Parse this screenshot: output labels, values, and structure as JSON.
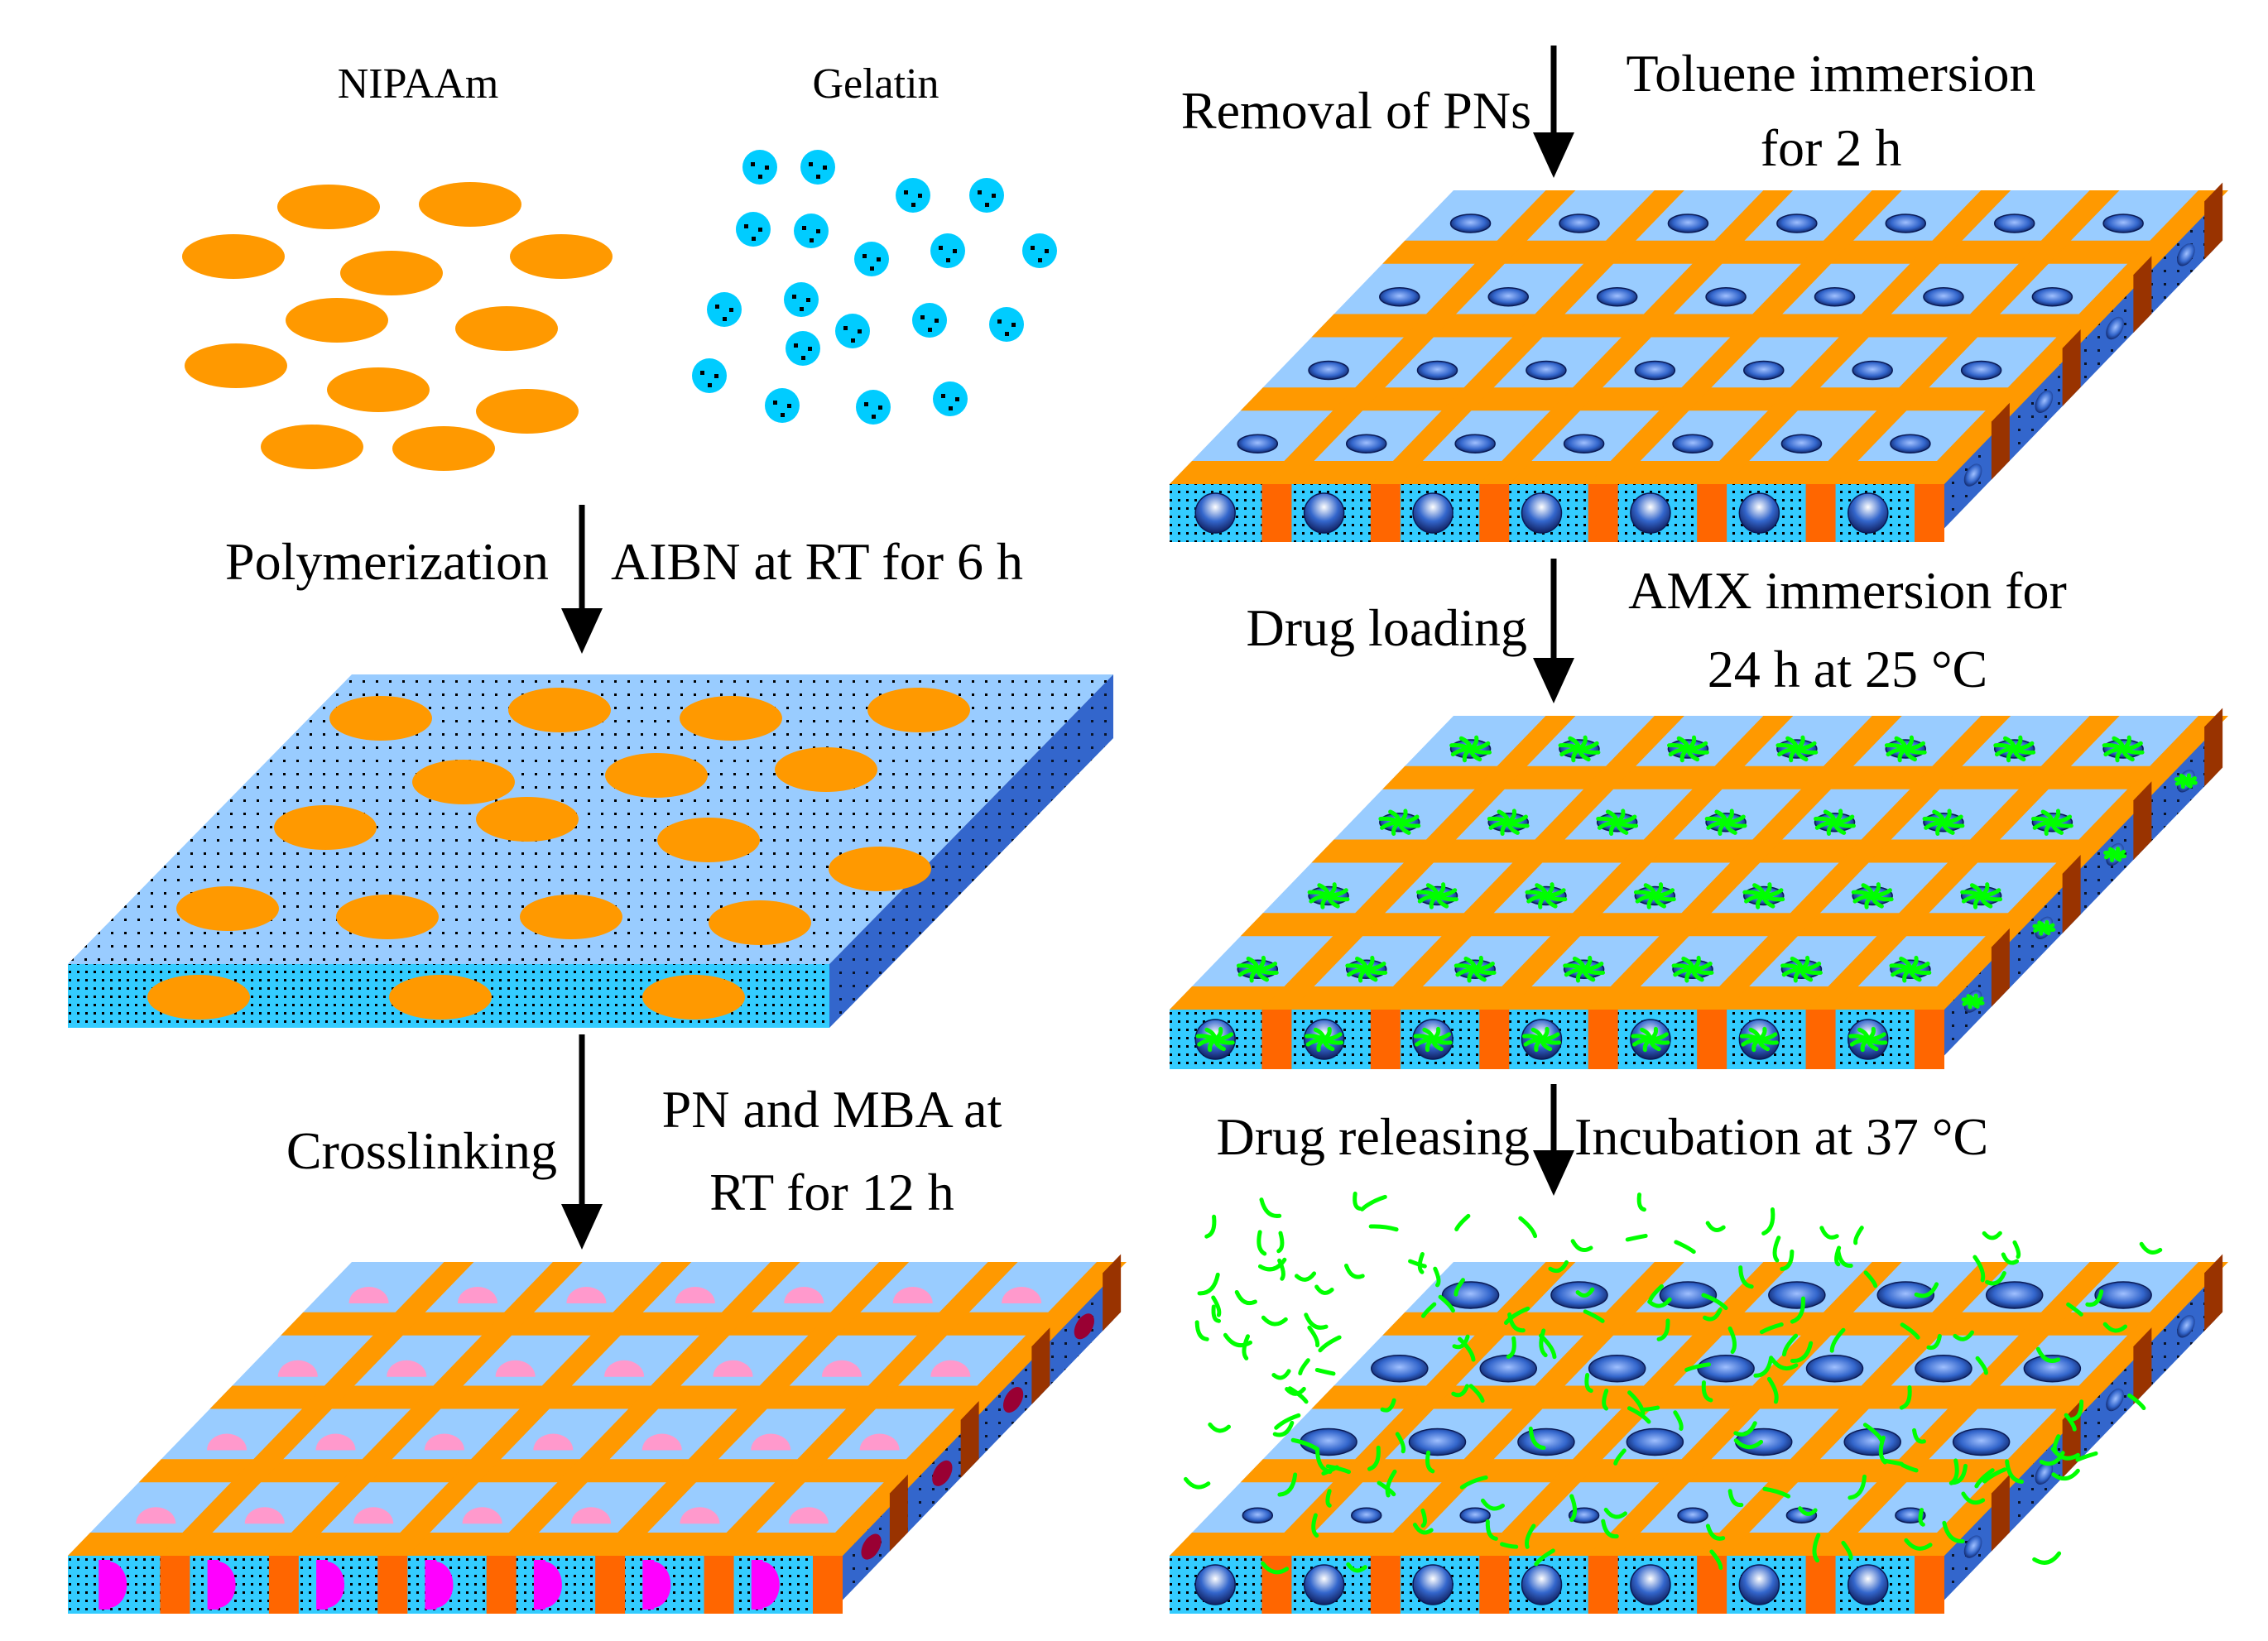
{
  "labels": {
    "nipaam": "NIPAAm",
    "gelatin": "Gelatin",
    "step1_left": "Polymerization",
    "step1_right": "AIBN at RT for 6 h",
    "step2_left": "Crosslinking",
    "step2_right_line1": "PN and MBA at",
    "step2_right_line2": "RT for 12 h",
    "step3_left": "Removal of PNs",
    "step3_right_line1": "Toluene immersion",
    "step3_right_line2": "for 2 h",
    "step4_left": "Drug loading",
    "step4_right_line1": "AMX immersion for",
    "step4_right_line2": "24 h at 25 °C",
    "step5_left": "Drug releasing",
    "step5_right": "Incubation at 37 °C"
  },
  "colors": {
    "orange": "#ff9900",
    "gelatin_blue": "#00ccff",
    "top_face": "#99ccff",
    "side_face": "#3366cc",
    "front_face": "#33ccff",
    "pn_pink": "#ff99cc",
    "pn_magenta": "#ff00ff",
    "pn_dark": "#990033",
    "pore_blue": "#3366cc",
    "drug_green": "#00ff00",
    "pillar": "#ff6600",
    "pillar_side": "#993300"
  }
}
